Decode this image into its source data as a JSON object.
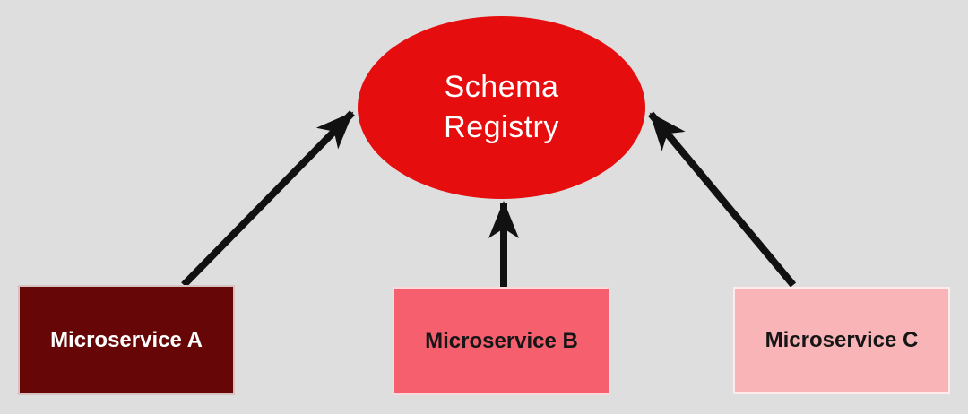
{
  "diagram": {
    "nodes": {
      "registry": {
        "label": "Schema\nRegistry",
        "shape": "ellipse",
        "fill": "#e50d0d",
        "text_color": "#ffffff"
      },
      "service_a": {
        "label": "Microservice A",
        "shape": "rectangle",
        "fill": "#660606",
        "text_color": "#ffffff"
      },
      "service_b": {
        "label": "Microservice B",
        "shape": "rectangle",
        "fill": "#f55f6e",
        "text_color": "#161616"
      },
      "service_c": {
        "label": "Microservice C",
        "shape": "rectangle",
        "fill": "#f9b4b8",
        "text_color": "#161616"
      }
    },
    "edges": [
      {
        "from": "Microservice A",
        "to": "Schema Registry",
        "style": "solid-arrow"
      },
      {
        "from": "Microservice B",
        "to": "Schema Registry",
        "style": "solid-arrow"
      },
      {
        "from": "Microservice C",
        "to": "Schema Registry",
        "style": "solid-arrow"
      }
    ],
    "colors": {
      "background": "#dedede",
      "arrow": "#111111"
    }
  }
}
